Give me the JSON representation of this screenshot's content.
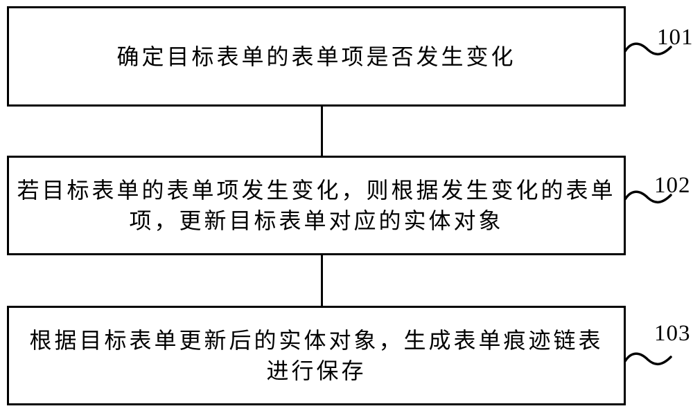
{
  "figure": {
    "background_color": "#ffffff",
    "stroke_color": "#000000",
    "boxes": [
      {
        "ref": "101",
        "lines": [
          "确定目标表单的表单项是否发生变化"
        ]
      },
      {
        "ref": "102",
        "lines": [
          "若目标表单的表单项发生变化，则根据发生变化的表单",
          "项，更新目标表单对应的实体对象"
        ]
      },
      {
        "ref": "103",
        "lines": [
          "根据目标表单更新后的实体对象，生成表单痕迹链表",
          "进行保存"
        ]
      }
    ]
  }
}
